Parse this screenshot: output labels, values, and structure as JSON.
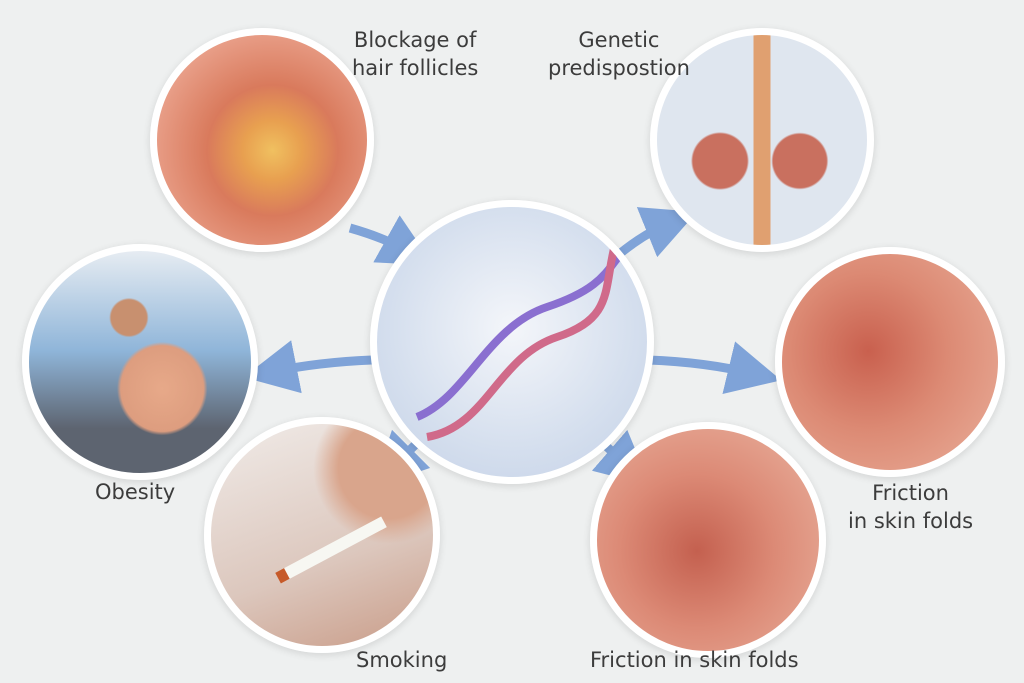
{
  "labels": {
    "hair_follicles": [
      "Blockage of",
      "hair follicles"
    ],
    "genetic": [
      "Genetic",
      "predispostion"
    ],
    "obesity": "Obesity",
    "smoking": "Smoking",
    "friction_right": [
      "Friction",
      "in skin folds"
    ],
    "friction_bottom": "Friction in skin folds"
  },
  "colors": {
    "background": "#eef0f0",
    "arrow": "#7fa3d8",
    "skin": "#d9826f"
  }
}
